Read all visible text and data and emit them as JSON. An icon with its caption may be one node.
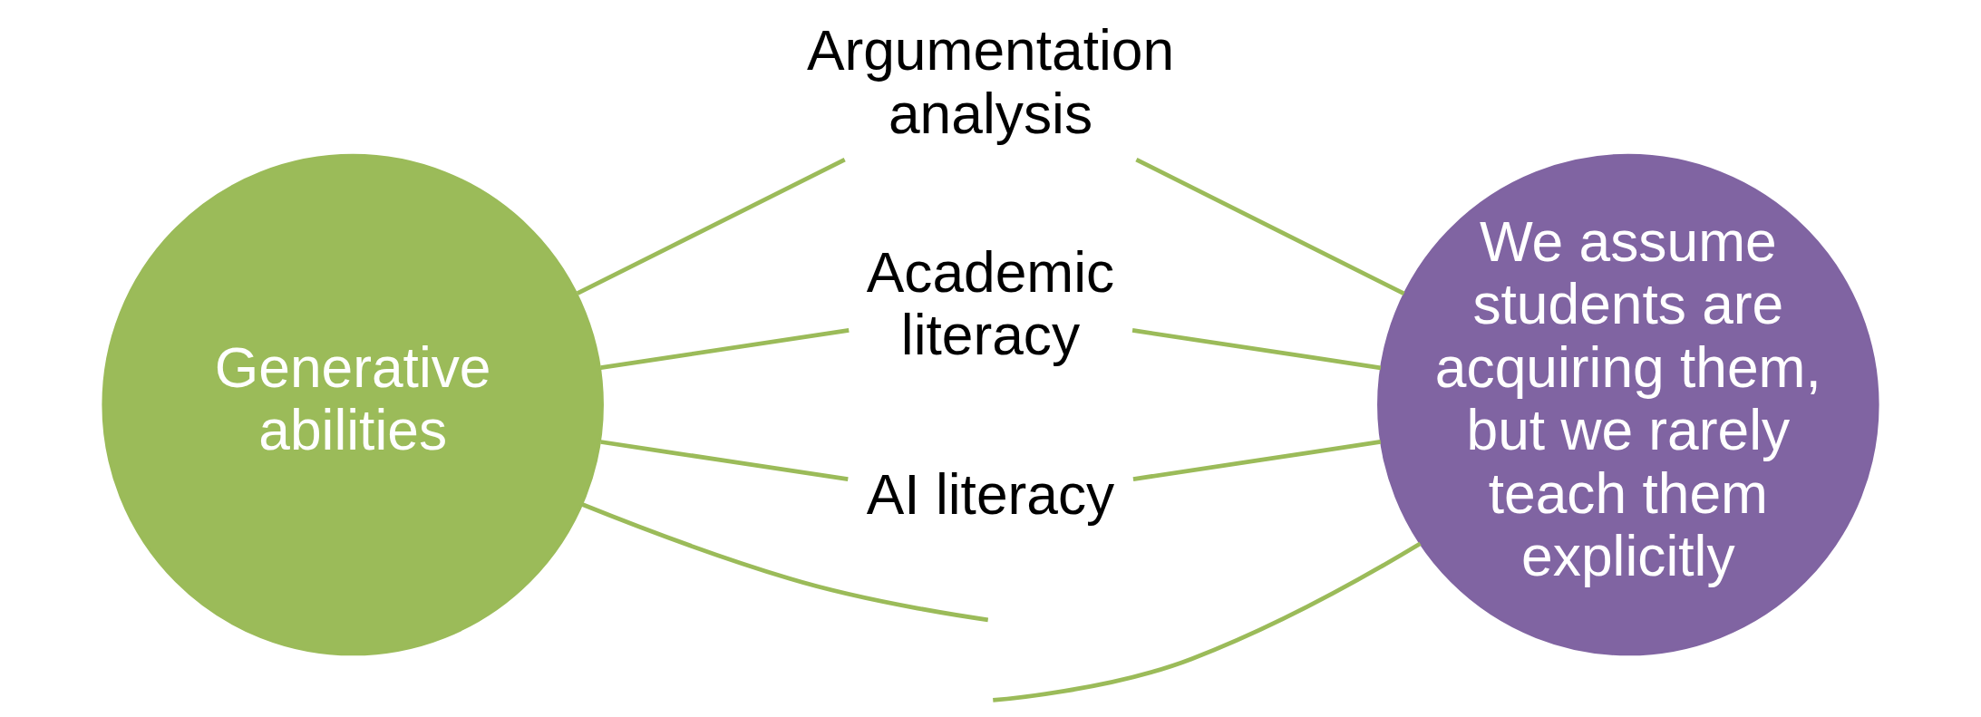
{
  "diagram": {
    "nodes": [
      {
        "text": [
          "Generative abilities"
        ]
      },
      {
        "text": [
          "Argumentation analysis"
        ]
      },
      {
        "text": [
          "Academic literacy"
        ]
      },
      {
        "text": [
          "AI literacy"
        ]
      },
      {
        "text": [
          "We assume students are acquiring them, but we rarely teach them explicitly"
        ]
      }
    ],
    "edges": [
      {
        "from": 0,
        "to": null,
        "arrow": "none"
      },
      {
        "from": 0,
        "to": 1,
        "arrow": "none"
      },
      {
        "from": 0,
        "to": 2,
        "arrow": "none"
      },
      {
        "from": 0,
        "to": 3,
        "arrow": "none"
      },
      {
        "from": null,
        "to": 4,
        "arrow": "none"
      },
      {
        "from": 1,
        "to": 4,
        "arrow": "none"
      },
      {
        "from": 2,
        "to": 4,
        "arrow": "none"
      },
      {
        "from": 3,
        "to": 4,
        "arrow": "none"
      }
    ]
  }
}
